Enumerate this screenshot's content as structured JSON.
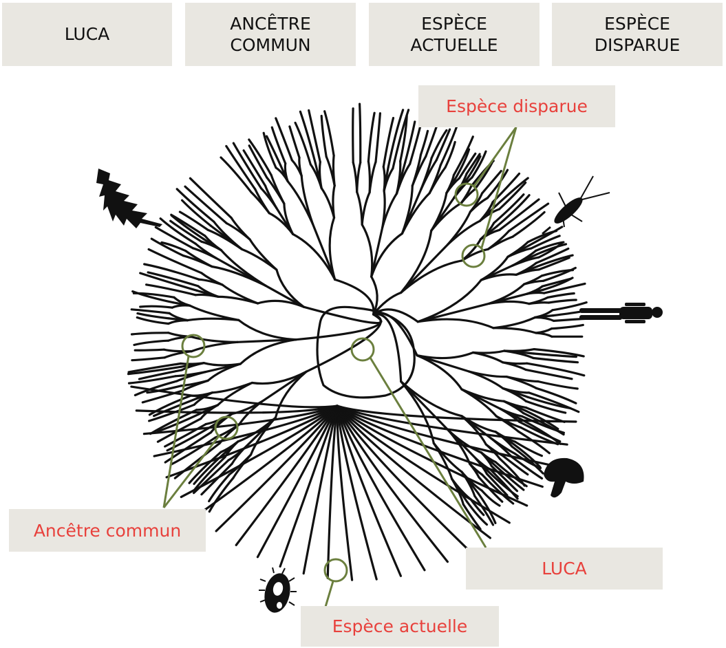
{
  "chips": [
    {
      "id": "luca",
      "text": "LUCA"
    },
    {
      "id": "ancestor",
      "text": "ANCÊTRE\nCOMMUN"
    },
    {
      "id": "living",
      "text": "ESPÈCE\nACTUELLE"
    },
    {
      "id": "extinct",
      "text": "ESPÈCE\nDISPARUE"
    }
  ],
  "targets": {
    "extinct": "Espèce disparue",
    "ancestor": "Ancêtre commun",
    "luca": "LUCA",
    "living": "Espèce actuelle"
  },
  "colors": {
    "chip_bg": "#e9e7e1",
    "target_text": "#e8413c",
    "marker": "#6b7f3e",
    "branch": "#111111"
  },
  "icons": [
    "tree-icon",
    "insect-icon",
    "human-icon",
    "mushroom-icon",
    "microbe-icon"
  ]
}
